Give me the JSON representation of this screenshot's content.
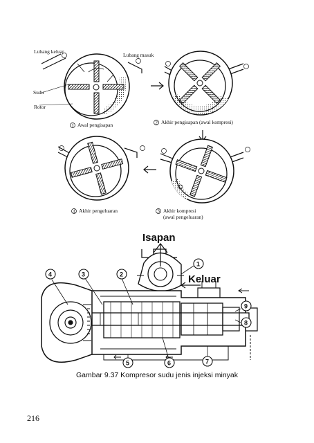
{
  "diagram_labels": {
    "lubang_keluar": "Lubang keluar",
    "lubang_masuk": "Lubang masuk",
    "sudu": "Sudu",
    "rotor": "Rotor"
  },
  "stages": [
    {
      "num": "1",
      "text": "Awal pengisapan"
    },
    {
      "num": "2",
      "text": "Akhir pengisapan (awal kompresi)"
    },
    {
      "num": "3",
      "text": "Akhir kompresi"
    },
    {
      "num": "3",
      "text": "(awal pengeluaran)"
    },
    {
      "num": "4",
      "text": "Akhir pengeluaran"
    }
  ],
  "compressor": {
    "isapan": "Isapan",
    "keluar": "Keluar",
    "markers": [
      "1",
      "2",
      "3",
      "4",
      "5",
      "6",
      "7",
      "8",
      "9"
    ]
  },
  "caption": "Gambar 9.37 Kompresor sudu jenis injeksi minyak",
  "page_number": "216"
}
